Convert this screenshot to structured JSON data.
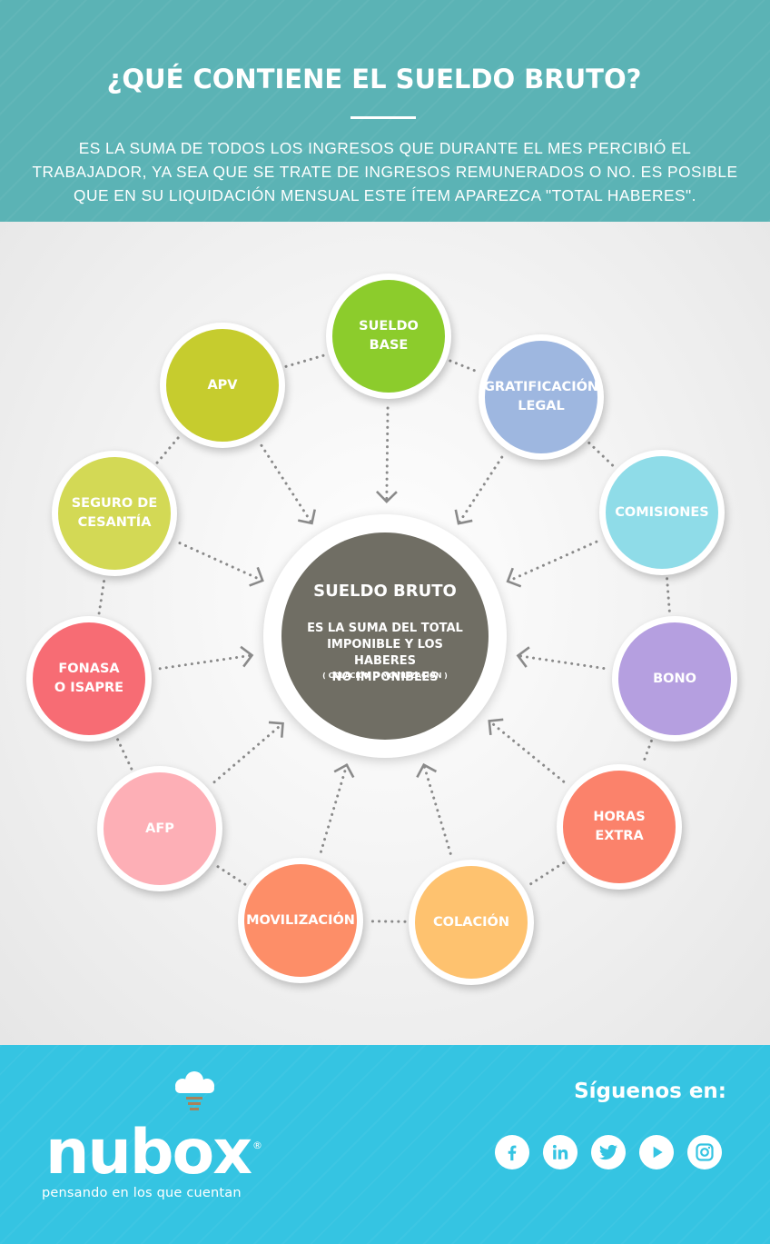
{
  "header": {
    "title": "¿QUÉ CONTIENE EL SUELDO BRUTO?",
    "subtitle": "ES LA SUMA DE TODOS LOS INGRESOS QUE DURANTE EL MES PERCIBIÓ EL TRABAJADOR, YA SEA QUE SE TRATE DE INGRESOS REMUNERADOS O NO. ES POSIBLE QUE EN SU LIQUIDACIÓN MENSUAL ESTE ÍTEM APAREZCA \"TOTAL HABERES\"."
  },
  "center": {
    "title": "SUELDO BRUTO",
    "description": "ES LA SUMA DEL TOTAL\nIMPONIBLE Y LOS HABERES\nNO IMPONIBLES",
    "note": "( COLACIÓN O MOVILIZACIÓN )",
    "color": "#706e64"
  },
  "nodes": [
    {
      "label": "SUELDO\nBASE",
      "color": "#8ccc2c"
    },
    {
      "label": "GRATIFICACIÓN\nLEGAL",
      "color": "#9eb7e0"
    },
    {
      "label": "COMISIONES",
      "color": "#8fdce8"
    },
    {
      "label": "BONO",
      "color": "#b59fe0"
    },
    {
      "label": "HORAS EXTRA",
      "color": "#fb826b"
    },
    {
      "label": "COLACIÓN",
      "color": "#fec26f"
    },
    {
      "label": "MOVILIZACIÓN",
      "color": "#fd8e68"
    },
    {
      "label": "AFP",
      "color": "#fdafb6"
    },
    {
      "label": "FONASA\nO ISAPRE",
      "color": "#f76c74"
    },
    {
      "label": "SEGURO DE\nCESANTÍA",
      "color": "#d3d955"
    },
    {
      "label": "APV",
      "color": "#c6cc2e"
    }
  ],
  "footer": {
    "brand": "nubox",
    "registered": "®",
    "tagline": "pensando en los que cuentan",
    "follow_label": "Síguenos en:",
    "social": [
      "facebook-icon",
      "linkedin-icon",
      "twitter-icon",
      "youtube-icon",
      "instagram-icon"
    ],
    "social_color": "#35c4e2"
  }
}
